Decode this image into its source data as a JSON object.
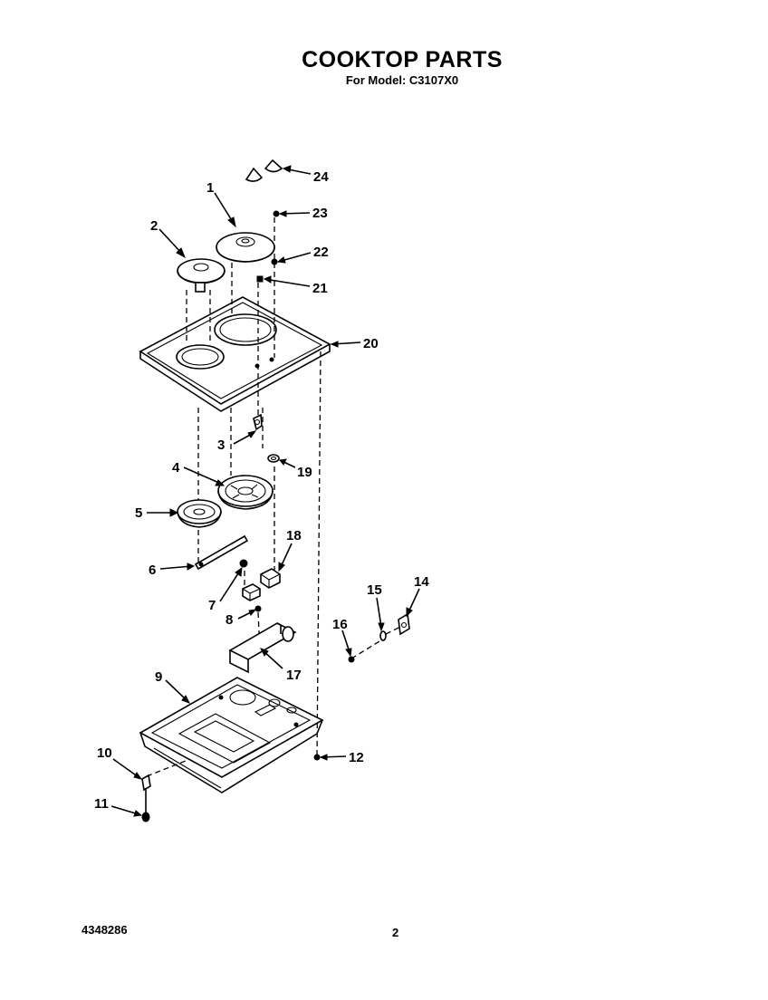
{
  "title": "COOKTOP PARTS",
  "subtitle": "For Model: C3107X0",
  "footer": {
    "part_number": "4348286",
    "page": "2"
  },
  "callouts": [
    "1",
    "2",
    "3",
    "4",
    "5",
    "6",
    "7",
    "8",
    "9",
    "10",
    "11",
    "12",
    "14",
    "15",
    "16",
    "17",
    "18",
    "19",
    "20",
    "21",
    "22",
    "23",
    "24"
  ]
}
